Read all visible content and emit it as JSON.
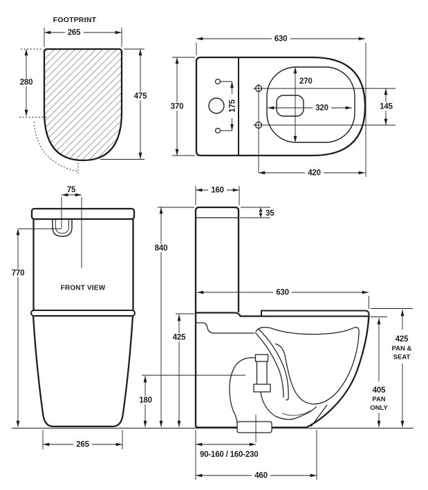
{
  "drawing": {
    "line_color": "#1d1d1b",
    "footprint": {
      "title": "FOOTPRINT",
      "width": "265",
      "upper_depth": "280",
      "overall_depth": "475"
    },
    "top_view": {
      "overall_length": "630",
      "overall_width": "370",
      "inlet_hole_spacing": "175",
      "bowl_width": "270",
      "bowl_length": "320",
      "seat_fixing_spacing": "145",
      "fixing_to_front": "420"
    },
    "front_view": {
      "label": "FRONT VIEW",
      "button_offset": "75",
      "button_height": "770",
      "base_width": "265"
    },
    "side_view": {
      "cistern_depth": "160",
      "lid_height": "35",
      "overall_height": "840",
      "overall_depth": "630",
      "pan_height": "425",
      "outlet_height": "180",
      "pan_seat_value": "425",
      "pan_seat_line1": "PAN &",
      "pan_seat_line2": "SEAT",
      "pan_only_value": "405",
      "pan_only_line1": "PAN",
      "pan_only_line2": "ONLY",
      "setout_range": "90-160 / 160-230",
      "base_depth": "460"
    }
  }
}
